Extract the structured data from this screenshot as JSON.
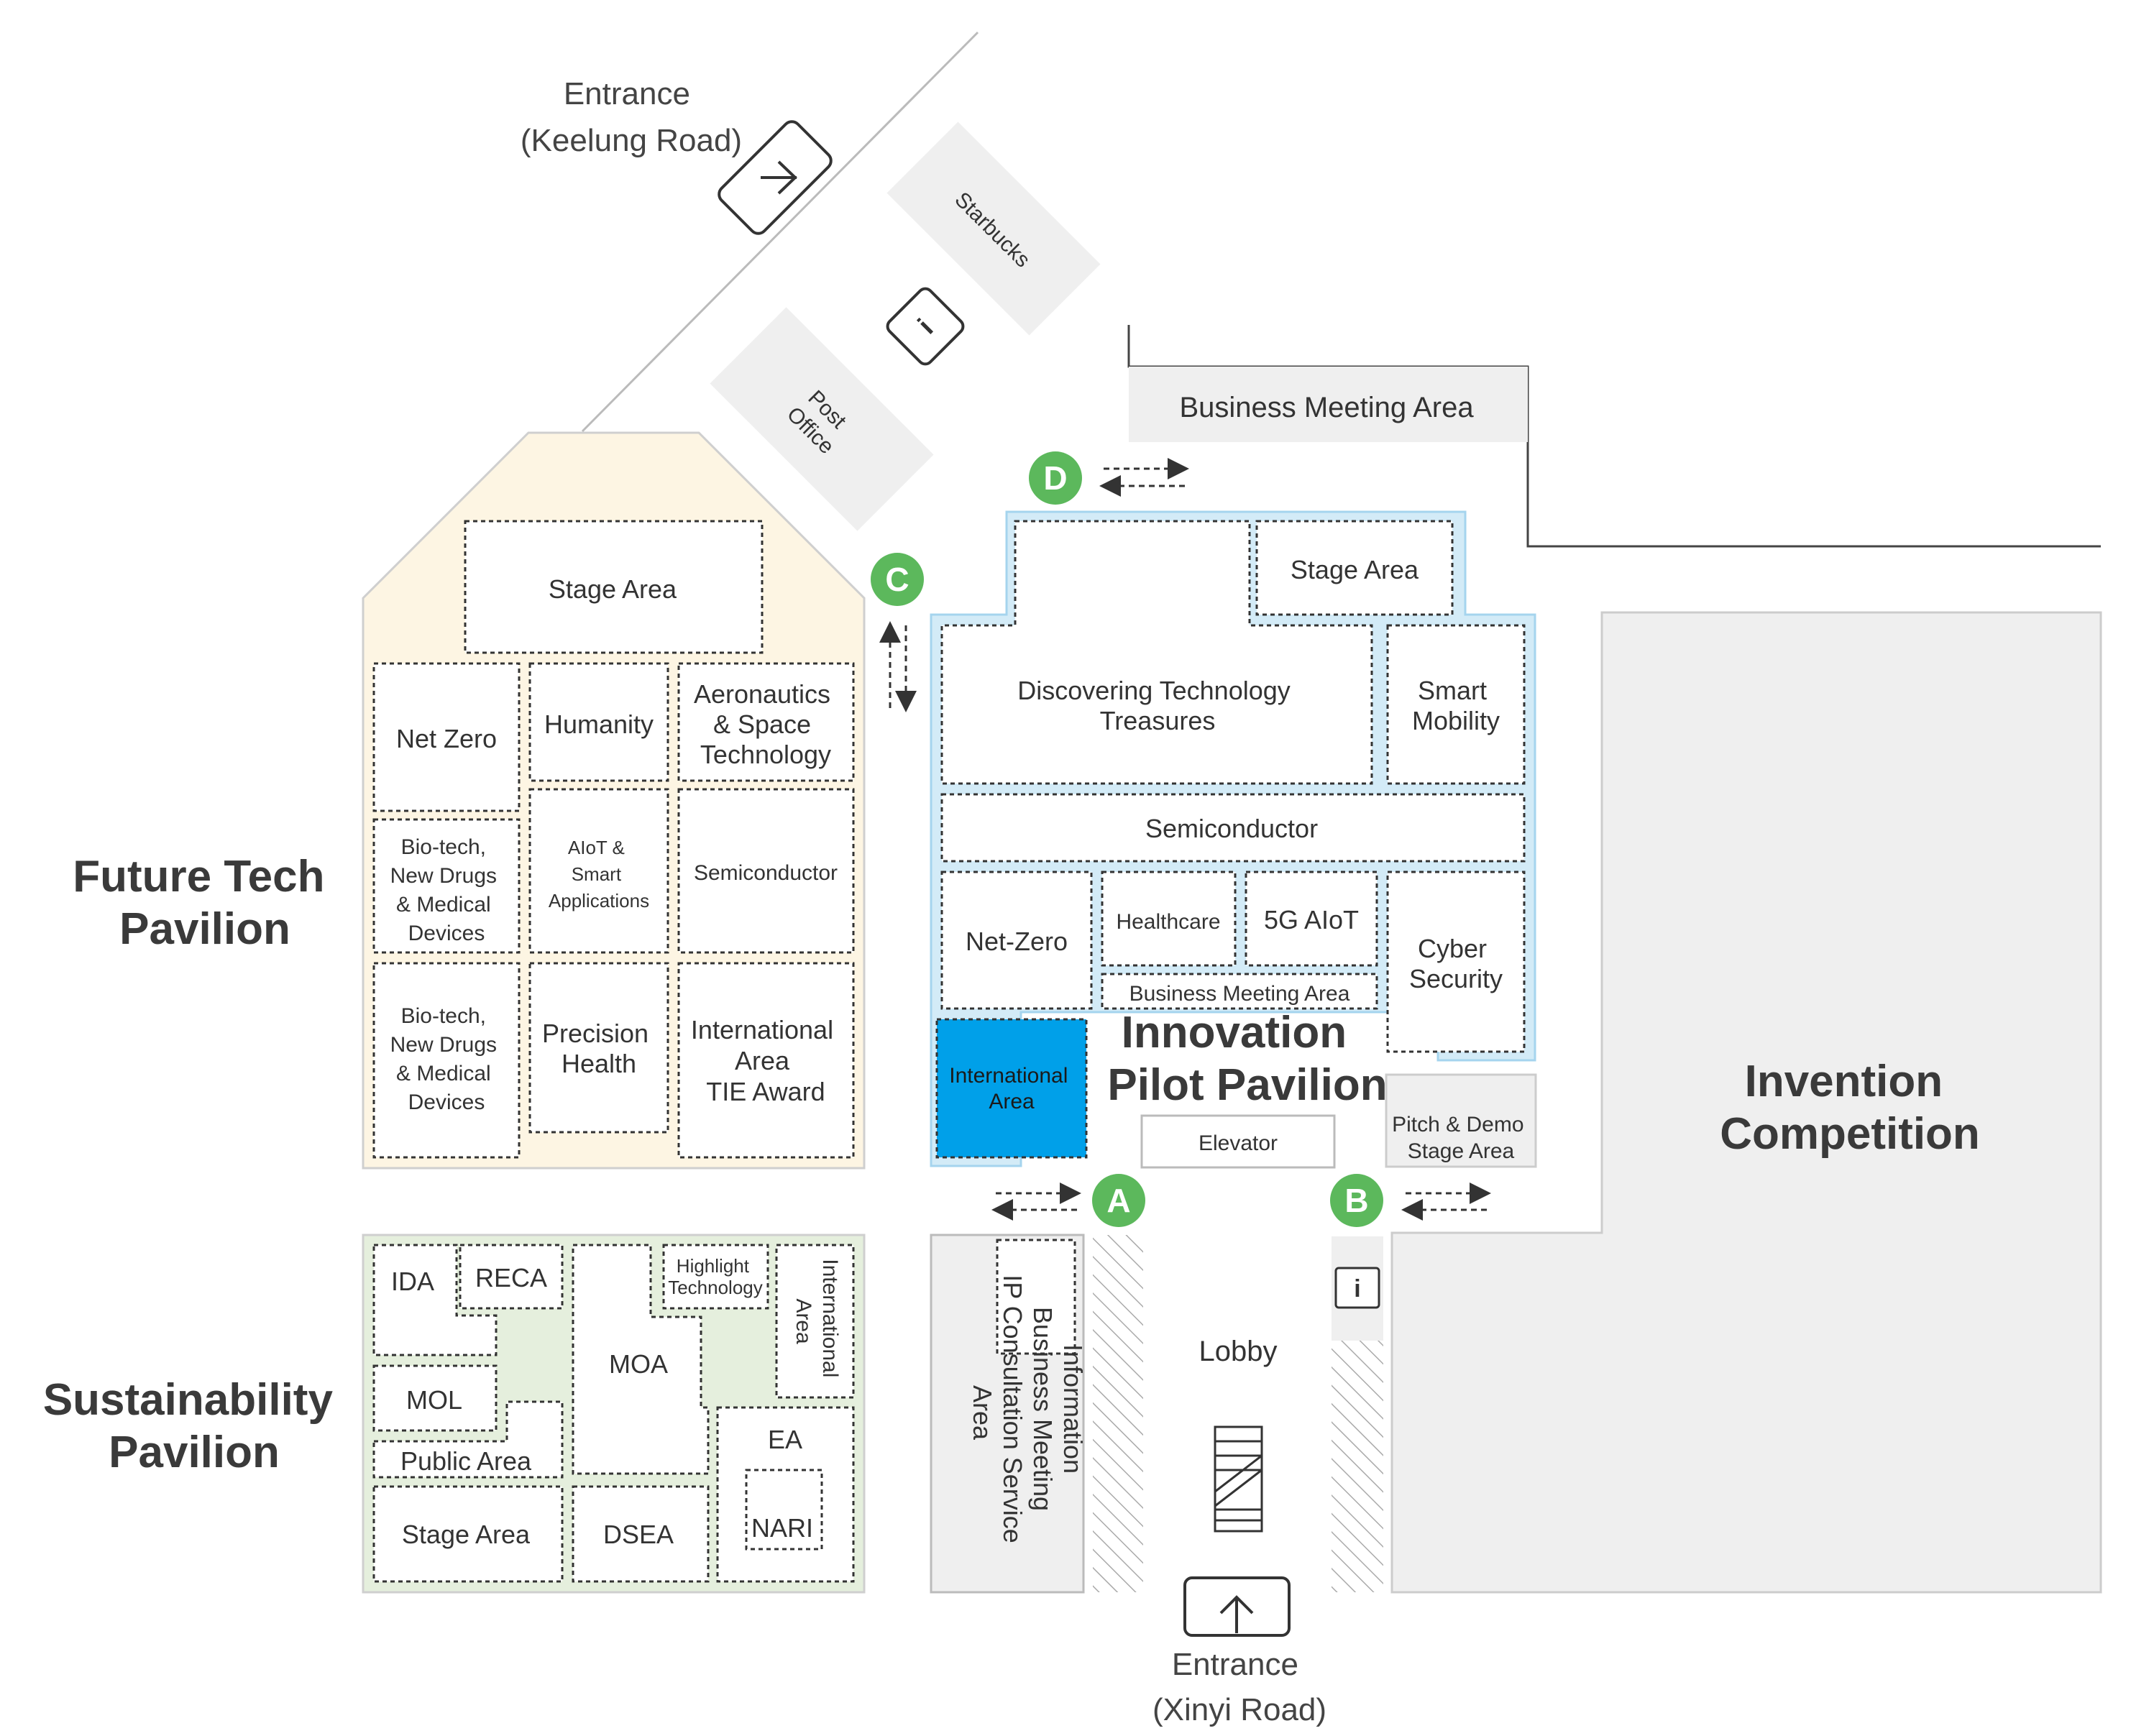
{
  "entrances": {
    "keelung": [
      "Entrance",
      "(Keelung Road)"
    ],
    "xinyi": [
      "Entrance",
      "(Xinyi Road)"
    ]
  },
  "landmarks": {
    "starbucks": "Starbucks",
    "post_office": [
      "Post",
      "Office"
    ],
    "business_meeting_top": "Business Meeting Area",
    "lobby": "Lobby",
    "elevator": "Elevator",
    "pitch_demo": [
      "Pitch & Demo",
      "Stage Area"
    ],
    "info_business": [
      "Information",
      "Business Meeting",
      "IP Consultation Service",
      "Area"
    ]
  },
  "gates": {
    "a": "A",
    "b": "B",
    "c": "C",
    "d": "D"
  },
  "future_tech": {
    "title": [
      "Future Tech",
      "Pavilion"
    ],
    "stage": "Stage Area",
    "net_zero": "Net Zero",
    "humanity": "Humanity",
    "aero": [
      "Aeronautics",
      "& Space",
      "Technology"
    ],
    "biotech1": [
      "Bio-tech,",
      "New Drugs",
      "& Medical",
      "Devices"
    ],
    "aiot": [
      "AIoT &",
      "Smart",
      "Applications"
    ],
    "semi": "Semiconductor",
    "biotech2": [
      "Bio-tech,",
      "New Drugs",
      "& Medical",
      "Devices"
    ],
    "precision": [
      "Precision",
      "Health"
    ],
    "intl": [
      "International",
      "Area",
      "TIE Award"
    ]
  },
  "innovation": {
    "title": [
      "Innovation",
      "Pilot Pavilion"
    ],
    "stage": "Stage Area",
    "discover": [
      "Discovering Technology",
      "Treasures"
    ],
    "smart_mobility": [
      "Smart",
      "Mobility"
    ],
    "semi": "Semiconductor",
    "net_zero": "Net-Zero",
    "healthcare": "Healthcare",
    "aiot5g": "5G AIoT",
    "bma": "Business Meeting Area",
    "cyber": [
      "Cyber",
      "Security"
    ],
    "intl": [
      "International",
      "Area"
    ]
  },
  "sustainability": {
    "title": [
      "Sustainability",
      "Pavilion"
    ],
    "ida": "IDA",
    "reca": "RECA",
    "moa": "MOA",
    "highlight": [
      "Highlight",
      "Technology"
    ],
    "intl": [
      "International",
      "Area"
    ],
    "mol": "MOL",
    "public": "Public Area",
    "ea": "EA",
    "nari": "NARI",
    "stage": "Stage Area",
    "dsea": "DSEA"
  },
  "invention": {
    "title": [
      "Invention",
      "Competition"
    ]
  },
  "colors": {
    "future_tech_bg": "#fdf5e3",
    "sustainability_bg": "#e5efdd",
    "innovation_bg": "#d3ebf7",
    "international_highlight": "#00a0e9",
    "badge_green": "#5cb85c",
    "facility_gray": "#f1f1f1"
  }
}
